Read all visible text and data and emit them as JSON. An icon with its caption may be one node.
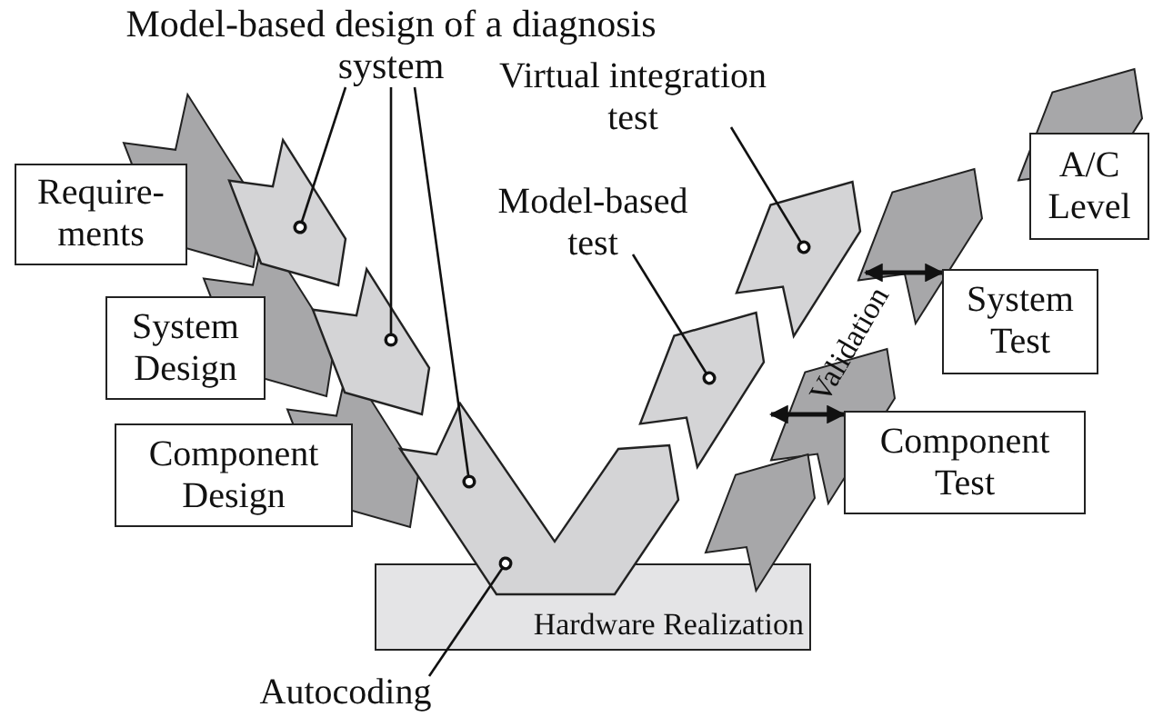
{
  "diagram": {
    "nodes": [
      {
        "text": [
          "Model-based design of a diagnosis system"
        ]
      },
      {
        "text": [
          "Virtual integration test"
        ]
      },
      {
        "text": [
          "Model-based test"
        ]
      },
      {
        "text": [
          "Require- ments"
        ]
      },
      {
        "text": [
          "A/C Level"
        ]
      },
      {
        "text": [
          "System Design"
        ]
      },
      {
        "text": [
          "System Test"
        ]
      },
      {
        "text": [
          "Component Design"
        ]
      },
      {
        "text": [
          "Component Test"
        ]
      },
      {
        "text": [
          "Hardware Realization"
        ]
      },
      {
        "text": [
          "Autocoding"
        ]
      },
      {
        "text": [],
        "shape": "chevron"
      },
      {
        "text": [],
        "shape": "chevron"
      },
      {
        "text": [],
        "shape": "chevron"
      },
      {
        "text": [],
        "shape": "chevron"
      },
      {
        "text": [],
        "shape": "chevron"
      }
    ],
    "edges": [
      {
        "from": 0,
        "to": 11,
        "arrow": "other"
      },
      {
        "from": 0,
        "to": 12,
        "arrow": "other"
      },
      {
        "from": 0,
        "to": 13,
        "arrow": "other"
      },
      {
        "from": 1,
        "to": 14,
        "arrow": "other"
      },
      {
        "from": 2,
        "to": 15,
        "arrow": "other"
      },
      {
        "from": 10,
        "to": 13,
        "arrow": "other"
      },
      {
        "from": 14,
        "to": 6,
        "arrow": "both"
      },
      {
        "from": 15,
        "to": 8,
        "arrow": "both"
      }
    ],
    "labels": [
      "Validation"
    ]
  }
}
